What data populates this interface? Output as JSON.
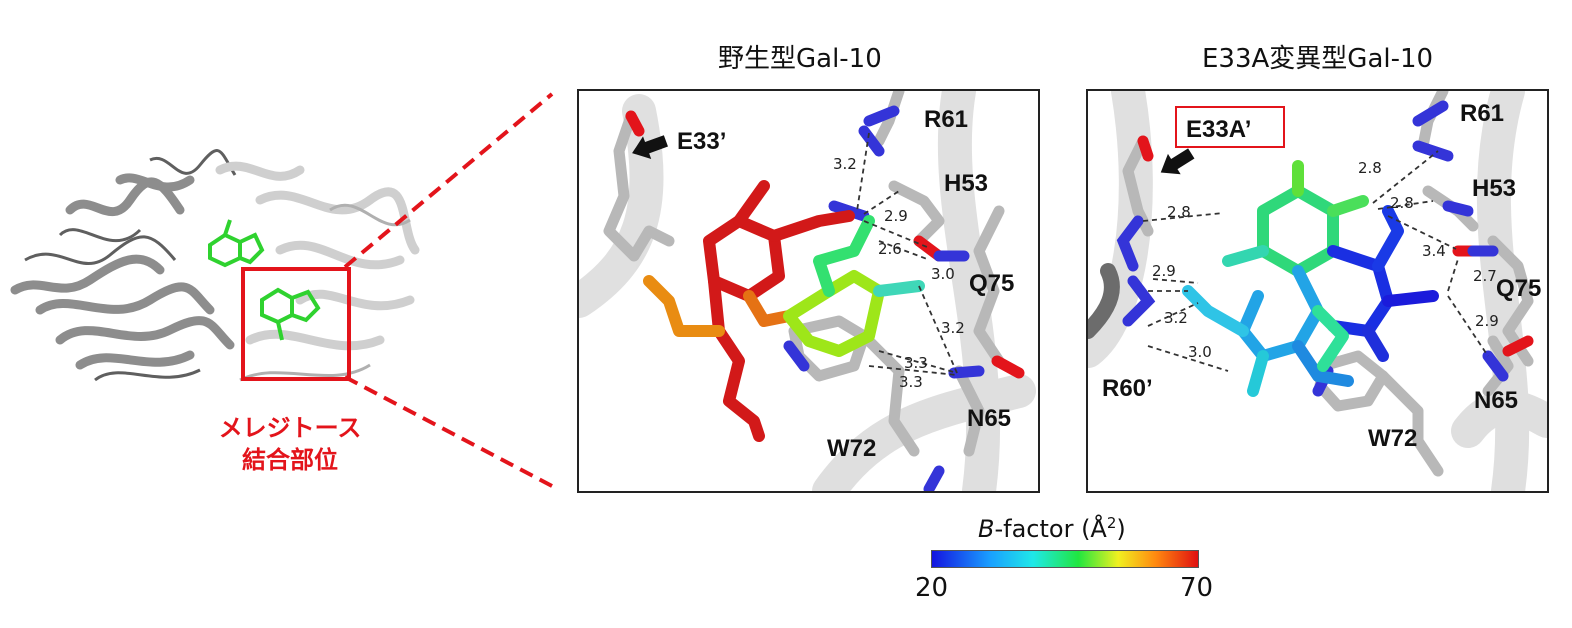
{
  "overview": {
    "site_label_line1": "メレジトース",
    "site_label_line2": "結合部位"
  },
  "panels": {
    "wild_type": {
      "title": "野生型Gal-10",
      "residues": {
        "E33": "E33’",
        "R61": "R61",
        "H53": "H53",
        "Q75": "Q75",
        "N65": "N65",
        "W72": "W72"
      },
      "distances": {
        "d1": "3.2",
        "d2": "2.9",
        "d3": "2.6",
        "d4": "3.0",
        "d5": "3.2",
        "d6": "3.3",
        "d7": "3.3"
      }
    },
    "mutant": {
      "title": "E33A変異型Gal-10",
      "residues": {
        "E33A": "E33A’",
        "R61": "R61",
        "H53": "H53",
        "Q75": "Q75",
        "R60": "R60’",
        "N65": "N65",
        "W72": "W72"
      },
      "distances": {
        "d1": "2.8",
        "d2": "2.8",
        "d3": "2.8",
        "d4": "3.4",
        "d5": "2.7",
        "d6": "2.9",
        "d7": "2.9",
        "d8": "3.2",
        "d9": "3.0"
      }
    }
  },
  "legend": {
    "title_italic": "B",
    "title_rest": "-factor (Å",
    "title_sup": "2",
    "title_close": ")",
    "min": "20",
    "max": "70"
  },
  "colors": {
    "highlight": "#e3141b",
    "ligand_green": "#2fd22f",
    "protein_gray": "#9a9a9a",
    "frame": "#222222"
  }
}
